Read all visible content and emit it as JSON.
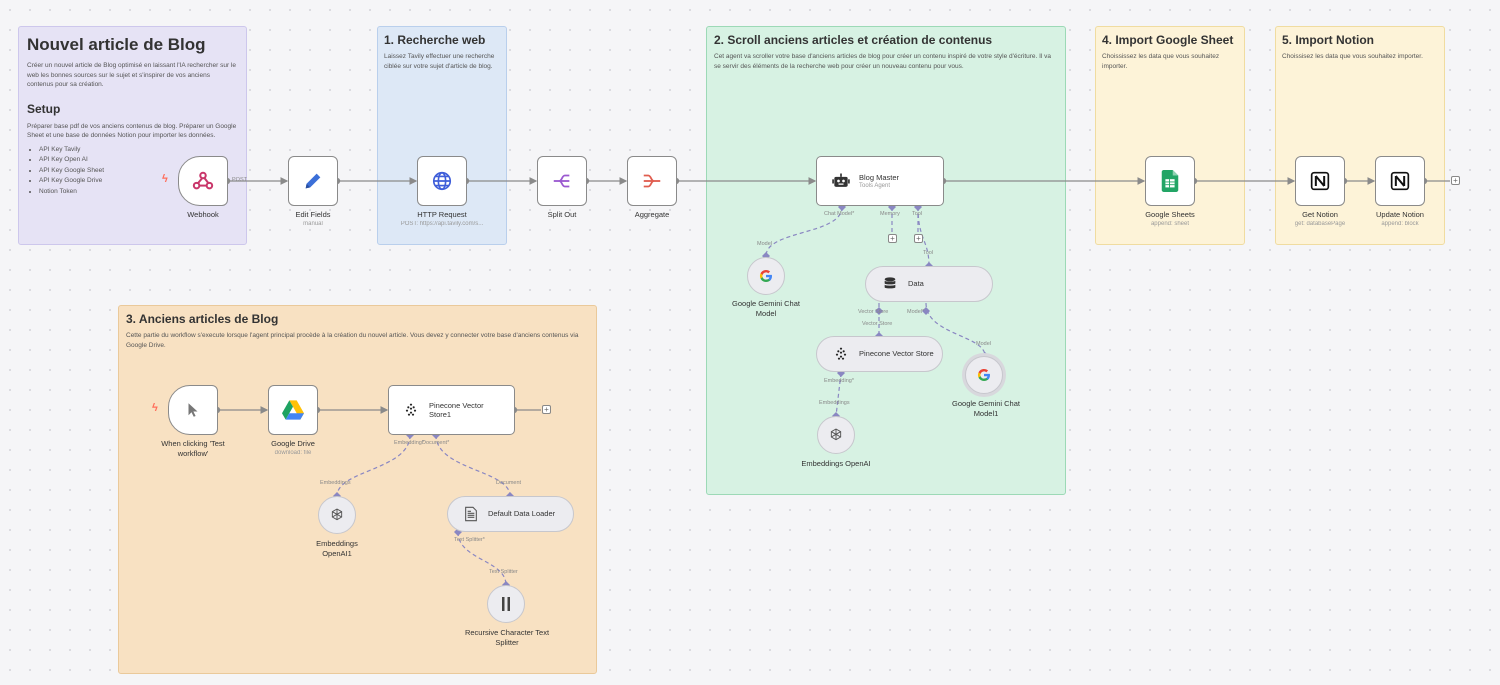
{
  "stickies": {
    "intro": {
      "title": "Nouvel article de Blog",
      "desc": "Créer un nouvel article de Blog optimisé en laissant l'IA rechercher sur le web les bonnes sources sur le sujet et s'inspirer de vos anciens contenus pour sa création.",
      "setup_title": "Setup",
      "setup_desc": "Préparer base pdf de vos anciens contenus de blog. Préparer un Google Sheet et une base de données Notion pour importer les données.",
      "setup_items": [
        "API Key Tavily",
        "API Key Open AI",
        "API Key Google Sheet",
        "API Key Google Drive",
        "Notion Token"
      ]
    },
    "web": {
      "title": "1. Recherche web",
      "desc": "Laissez Tavily effectuer une recherche ciblée sur votre sujet d'article de blog."
    },
    "scroll": {
      "title": "2. Scroll anciens articles et création de contenus",
      "desc": "Cet agent va scroller votre base d'anciens articles de blog pour créer un contenu inspiré de votre style d'écriture. Il va se servir des éléments de la recherche web pour créer un nouveau contenu pour vous."
    },
    "old": {
      "title": "3. Anciens articles de Blog",
      "desc": "Cette partie du workflow s'execute lorsque l'agent principal procède à la création du nouvel article. Vous devez y connecter votre base d'anciens contenus via Google Drive."
    },
    "sheet": {
      "title": "4. Import Google Sheet",
      "desc": "Choississez les data que vous souhaitez importer."
    },
    "notion": {
      "title": "5. Import Notion",
      "desc": "Choissisez les data que vous souhaitez importer."
    }
  },
  "nodes": {
    "webhook": {
      "label": "Webhook",
      "edge_label": "POST",
      "icon": "webhook-icon"
    },
    "edit_fields": {
      "label": "Edit Fields",
      "sub": "manual",
      "icon": "pencil-icon"
    },
    "http": {
      "label": "HTTP Request",
      "sub": "POST: https://api.tavily.com/s...",
      "icon": "globe-icon"
    },
    "split_out": {
      "label": "Split Out",
      "icon": "split-icon"
    },
    "aggregate": {
      "label": "Aggregate",
      "icon": "aggregate-icon"
    },
    "blog_master": {
      "label": "Blog Master",
      "sub": "Tools Agent",
      "icon": "robot-icon"
    },
    "gemini": {
      "label": "Google Gemini Chat Model",
      "icon": "google-icon"
    },
    "data": {
      "label": "Data",
      "icon": "database-icon"
    },
    "pinecone": {
      "label": "Pinecone Vector Store",
      "icon": "pinecone-icon"
    },
    "gemini1": {
      "label": "Google Gemini Chat Model1",
      "icon": "google-icon"
    },
    "embeddings": {
      "label": "Embeddings OpenAI",
      "icon": "openai-icon"
    },
    "sheets": {
      "label": "Google Sheets",
      "sub": "append: sheet",
      "icon": "sheets-icon"
    },
    "get_notion": {
      "label": "Get Notion",
      "sub": "get: databasePage",
      "icon": "notion-icon"
    },
    "update_notion": {
      "label": "Update Notion",
      "sub": "append: block",
      "icon": "notion-icon"
    },
    "manual": {
      "label": "When clicking 'Test workflow'",
      "icon": "cursor-icon"
    },
    "gdrive": {
      "label": "Google Drive",
      "sub": "download: file",
      "icon": "drive-icon"
    },
    "pinecone1": {
      "label": "Pinecone Vector Store1",
      "icon": "pinecone-icon"
    },
    "embeddings1": {
      "label": "Embeddings OpenAI1",
      "icon": "openai-icon"
    },
    "loader": {
      "label": "Default Data Loader",
      "icon": "document-icon"
    },
    "splitter": {
      "label": "Recursive Character Text Splitter",
      "icon": "splitter-icon"
    }
  },
  "ports": {
    "chat_model": "Chat Model*",
    "memory": "Memory",
    "tool": "Tool",
    "model": "Model",
    "vector_store": "Vector Store",
    "embedding_req": "Embedding*",
    "embeddings": "Embeddings",
    "document_req": "Document*",
    "document": "Document",
    "text_splitter_req": "Text Splitter*",
    "text_splitter": "Text Splitter",
    "model_req": "Model*",
    "vector_store_short": "Vector Store"
  },
  "colors": {
    "purple_bg": "#e6e3f5",
    "purple_border": "#cdc7ec",
    "blue_bg": "#dde8f6",
    "blue_border": "#b9cfec",
    "green_bg": "#d7f2e3",
    "green_border": "#9cd9b6",
    "yellow_bg": "#fdf3d8",
    "yellow_border": "#f0dca0",
    "orange_bg": "#f8e1c2",
    "orange_border": "#eac99a",
    "wire": "#8a8a8a",
    "ai_wire": "#8a87c2",
    "trigger": "#ff6d5a"
  }
}
